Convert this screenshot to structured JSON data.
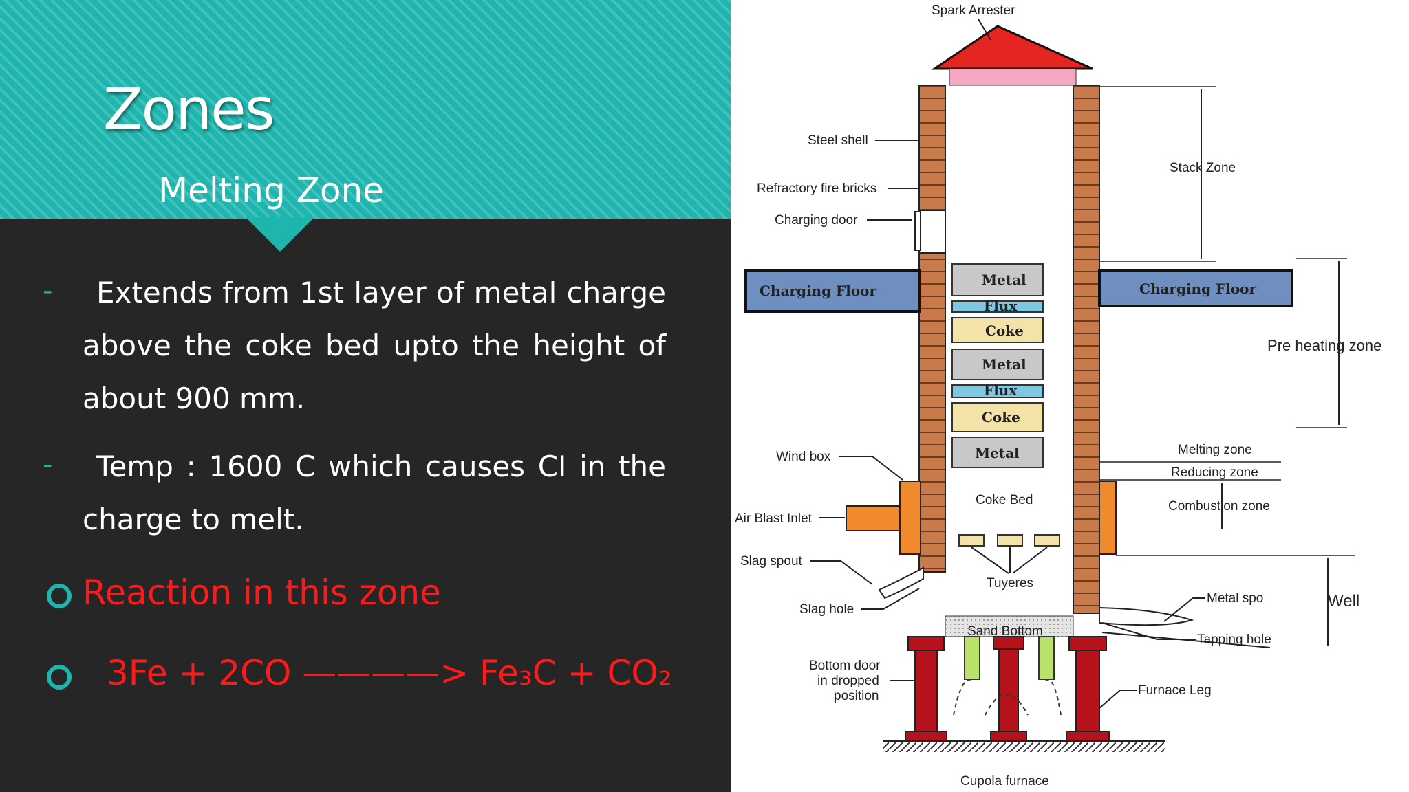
{
  "slide": {
    "title": "Zones",
    "subtitle": "Melting Zone",
    "points": [
      {
        "marker": "-",
        "text": "Extends from 1st layer of metal charge above the coke bed upto the height of about 900 mm."
      },
      {
        "marker": "-",
        "text": "Temp : 1600 C which causes CI in the charge to melt."
      }
    ],
    "reaction_heading": "Reaction in this zone",
    "reaction_equation": "3Fe + 2CO ————> Fe₃C + CO₂",
    "colors": {
      "accent": "#1db5ad",
      "background": "#262626",
      "highlight": "#ff1a1a"
    }
  },
  "diagram": {
    "caption": "Cupola furnace",
    "labels": {
      "spark_arrester": "Spark Arrester",
      "steel_shell": "Steel shell",
      "refractory": "Refractory fire bricks",
      "charging_door": "Charging door",
      "charging_floor_left": "Charging Floor",
      "charging_floor_right": "Charging Floor",
      "stack_zone": "Stack Zone",
      "pre_heating_zone": "Pre heating zone",
      "melting_zone": "Melting zone",
      "reducing_zone": "Reducing zone",
      "combustion_zone": "Combustion zone",
      "wind_box": "Wind box",
      "air_blast_inlet": "Air Blast Inlet",
      "slag_spout": "Slag spout",
      "slag_hole": "Slag hole",
      "coke_bed": "Coke Bed",
      "tuyeres": "Tuyeres",
      "sand_bottom": "Sand Bottom",
      "metal_spout": "Metal spo",
      "tapping_hole": "Tapping hole",
      "well": "Well",
      "bottom_door": "Bottom door",
      "bottom_door_2": "in dropped",
      "bottom_door_3": "position",
      "furnace_leg": "Furnace Leg"
    },
    "charge_layers": [
      "Metal",
      "Flux",
      "Coke",
      "Metal",
      "Flux",
      "Coke",
      "Metal"
    ]
  }
}
